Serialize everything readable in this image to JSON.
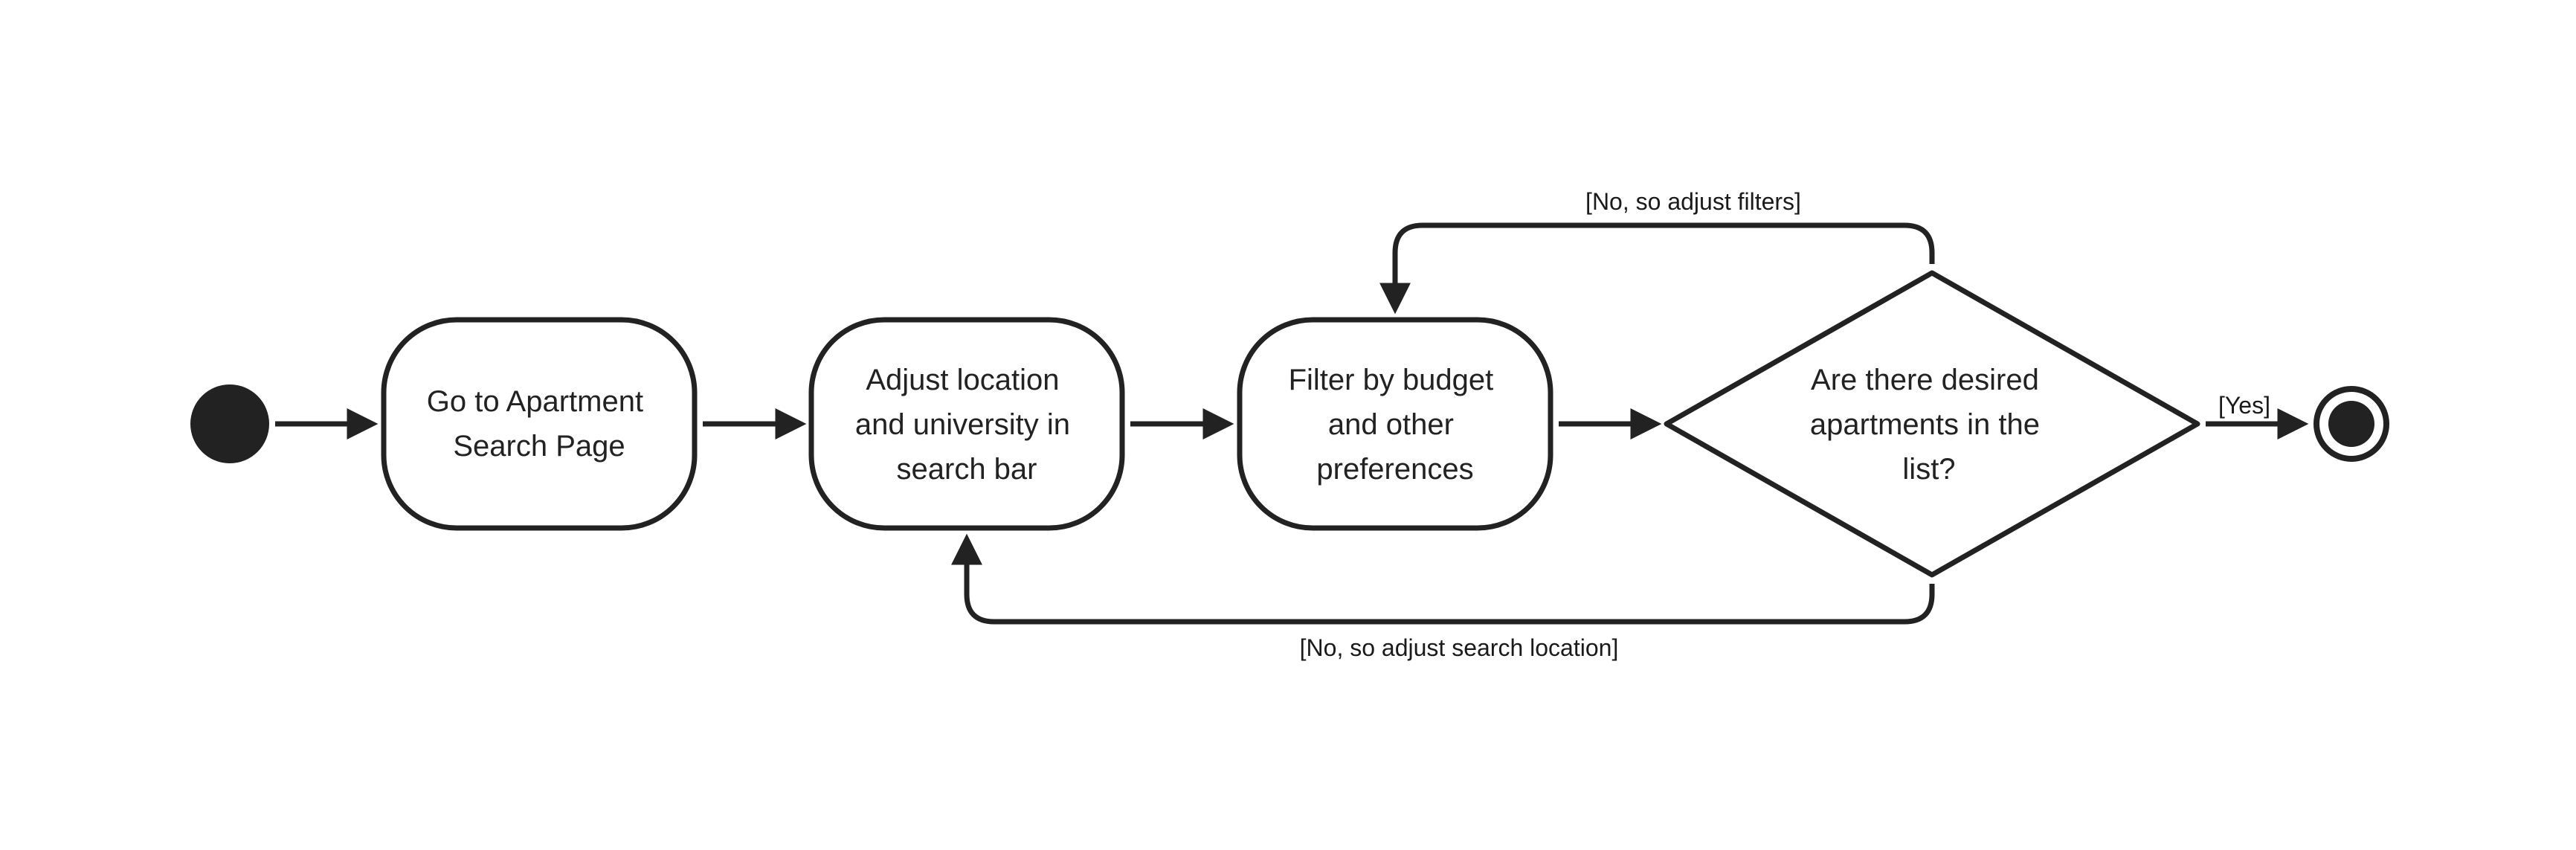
{
  "diagram": {
    "nodes": {
      "go_to_search": {
        "lines": [
          "Go to Apartment",
          "Search Page"
        ]
      },
      "adjust_location": {
        "lines": [
          "Adjust location",
          "and university in",
          "search bar"
        ]
      },
      "filter_budget": {
        "lines": [
          "Filter by budget",
          "and other",
          "preferences"
        ]
      },
      "decision": {
        "lines": [
          "Are there desired",
          "apartments in the",
          "list?"
        ]
      }
    },
    "edges": {
      "yes": "[Yes]",
      "no_filters": "[No, so adjust filters]",
      "no_location": "[No, so adjust search location]"
    },
    "colors": {
      "stroke": "#222222",
      "fill": "#ffffff",
      "text": "#222222"
    }
  }
}
